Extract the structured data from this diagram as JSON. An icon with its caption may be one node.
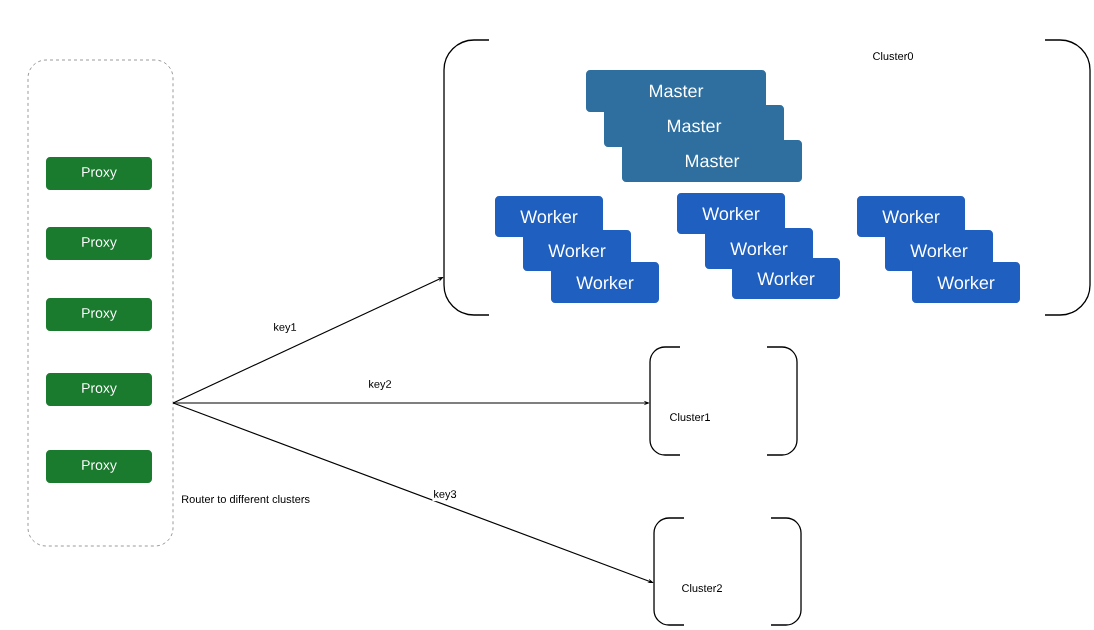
{
  "diagram": {
    "nodes": [
      {
        "text": [],
        "shape": "box"
      },
      {
        "text": [
          "Proxy"
        ],
        "in": 0
      },
      {
        "text": [
          "Proxy"
        ],
        "in": 0
      },
      {
        "text": [
          "Proxy"
        ],
        "in": 0
      },
      {
        "text": [
          "Proxy"
        ],
        "in": 0
      },
      {
        "text": [
          "Proxy"
        ],
        "in": 0
      },
      {
        "text": [
          "Cluster0"
        ]
      },
      {
        "text": [
          "Master"
        ],
        "in": 6
      },
      {
        "text": [
          "Master"
        ],
        "in": 6
      },
      {
        "text": [
          "Master"
        ],
        "in": 6
      },
      {
        "text": [
          "Worker"
        ],
        "in": 6
      },
      {
        "text": [
          "Worker"
        ],
        "in": 6
      },
      {
        "text": [
          "Worker"
        ],
        "in": 6
      },
      {
        "text": [
          "Worker"
        ],
        "in": 6
      },
      {
        "text": [
          "Worker"
        ],
        "in": 6
      },
      {
        "text": [
          "Worker"
        ],
        "in": 6
      },
      {
        "text": [
          "Worker"
        ],
        "in": 6
      },
      {
        "text": [
          "Worker"
        ],
        "in": 6
      },
      {
        "text": [
          "Worker"
        ],
        "in": 6
      },
      {
        "text": [
          "Cluster1"
        ]
      },
      {
        "text": [
          "Cluster2"
        ]
      }
    ],
    "edges": [
      {
        "from": 0,
        "to": 6,
        "arrow": "to",
        "label": "key1"
      },
      {
        "from": 0,
        "to": 19,
        "arrow": "to",
        "label": "key2"
      },
      {
        "from": 0,
        "to": 20,
        "arrow": "to",
        "label": "key3"
      }
    ],
    "labels": [
      "Router to different clusters"
    ]
  }
}
